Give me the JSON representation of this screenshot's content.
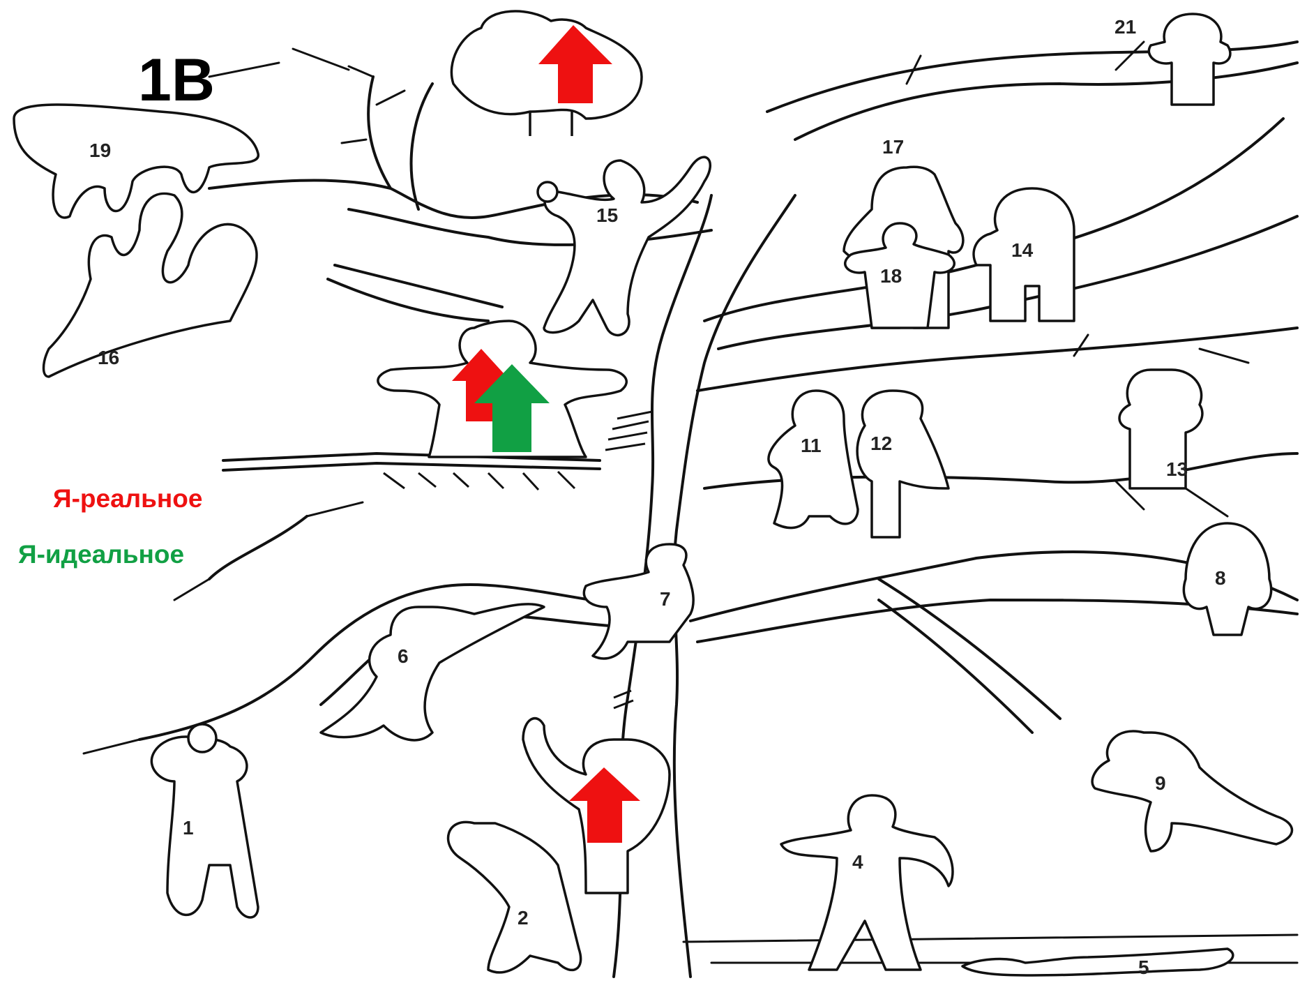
{
  "title": "1В",
  "legend": {
    "real": {
      "label": "Я-реальное",
      "color": "#ee1111"
    },
    "ideal": {
      "label": "Я-идеальное",
      "color": "#11a044"
    }
  },
  "figures": [
    {
      "id": "fig-1",
      "number": "1"
    },
    {
      "id": "fig-2",
      "number": "2"
    },
    {
      "id": "fig-4",
      "number": "4"
    },
    {
      "id": "fig-5",
      "number": "5"
    },
    {
      "id": "fig-6",
      "number": "6"
    },
    {
      "id": "fig-7",
      "number": "7"
    },
    {
      "id": "fig-8",
      "number": "8"
    },
    {
      "id": "fig-9",
      "number": "9"
    },
    {
      "id": "fig-11",
      "number": "11"
    },
    {
      "id": "fig-12",
      "number": "12"
    },
    {
      "id": "fig-13",
      "number": "13"
    },
    {
      "id": "fig-14",
      "number": "14"
    },
    {
      "id": "fig-15",
      "number": "15"
    },
    {
      "id": "fig-16",
      "number": "16"
    },
    {
      "id": "fig-17",
      "number": "17"
    },
    {
      "id": "fig-18",
      "number": "18"
    },
    {
      "id": "fig-19",
      "number": "19"
    },
    {
      "id": "fig-21",
      "number": "21"
    }
  ],
  "arrows": [
    {
      "kind": "real",
      "color": "#ee1111",
      "marks": "figure at top of tree"
    },
    {
      "kind": "real",
      "color": "#ee1111",
      "marks": "figure on platform"
    },
    {
      "kind": "ideal",
      "color": "#11a044",
      "marks": "figure on platform"
    },
    {
      "kind": "real",
      "color": "#ee1111",
      "marks": "figure at base of trunk"
    }
  ]
}
